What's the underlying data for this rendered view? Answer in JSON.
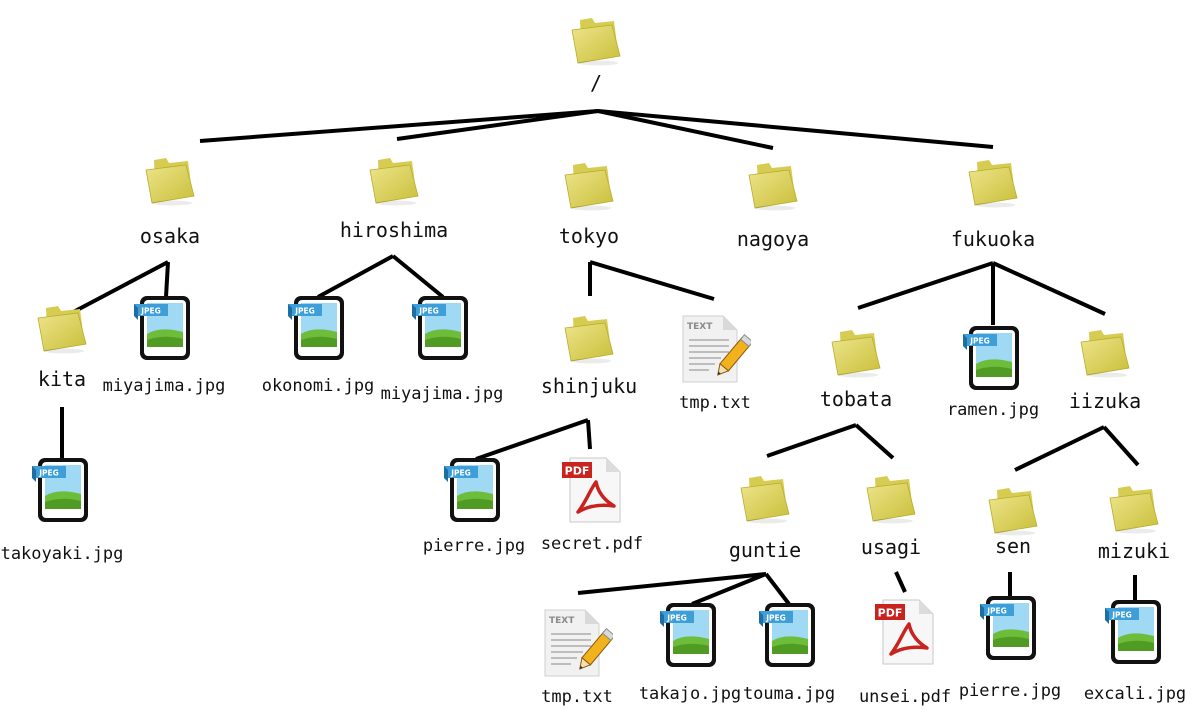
{
  "colors": {
    "edge": "#000000",
    "folder_light": "#ede48a",
    "folder_dark": "#c9bf3a",
    "folder_tab": "#d6cc52",
    "jpeg_blue": "#3e9fd8",
    "jpeg_sky": "#9fd9f3",
    "jpeg_grass": "#6dbd3a",
    "pdf_red": "#c8231e",
    "text_paper": "#f1f1f1"
  },
  "tree": {
    "name": "/",
    "type": "dir",
    "children": [
      {
        "name": "osaka",
        "type": "dir",
        "children": [
          {
            "name": "kita",
            "type": "dir",
            "children": [
              {
                "name": "takoyaki.jpg",
                "type": "jpeg"
              }
            ]
          },
          {
            "name": "miyajima.jpg",
            "type": "jpeg"
          }
        ]
      },
      {
        "name": "hiroshima",
        "type": "dir",
        "children": [
          {
            "name": "okonomi.jpg",
            "type": "jpeg"
          },
          {
            "name": "miyajima.jpg",
            "type": "jpeg"
          }
        ]
      },
      {
        "name": "tokyo",
        "type": "dir",
        "children": [
          {
            "name": "shinjuku",
            "type": "dir",
            "children": [
              {
                "name": "pierre.jpg",
                "type": "jpeg"
              },
              {
                "name": "secret.pdf",
                "type": "pdf"
              }
            ]
          },
          {
            "name": "tmp.txt",
            "type": "text"
          }
        ]
      },
      {
        "name": "nagoya",
        "type": "dir",
        "children": []
      },
      {
        "name": "fukuoka",
        "type": "dir",
        "children": [
          {
            "name": "tobata",
            "type": "dir",
            "children": [
              {
                "name": "guntie",
                "type": "dir",
                "children": [
                  {
                    "name": "tmp.txt",
                    "type": "text"
                  },
                  {
                    "name": "takajo.jpg",
                    "type": "jpeg"
                  },
                  {
                    "name": "touma.jpg",
                    "type": "jpeg"
                  }
                ]
              },
              {
                "name": "usagi",
                "type": "dir",
                "children": [
                  {
                    "name": "unsei.pdf",
                    "type": "pdf"
                  }
                ]
              }
            ]
          },
          {
            "name": "ramen.jpg",
            "type": "jpeg"
          },
          {
            "name": "iizuka",
            "type": "dir",
            "children": [
              {
                "name": "sen",
                "type": "dir",
                "children": [
                  {
                    "name": "pierre.jpg",
                    "type": "jpeg"
                  }
                ]
              },
              {
                "name": "mizuki",
                "type": "dir",
                "children": [
                  {
                    "name": "excali.jpg",
                    "type": "jpeg"
                  }
                ]
              }
            ]
          }
        ]
      }
    ]
  }
}
